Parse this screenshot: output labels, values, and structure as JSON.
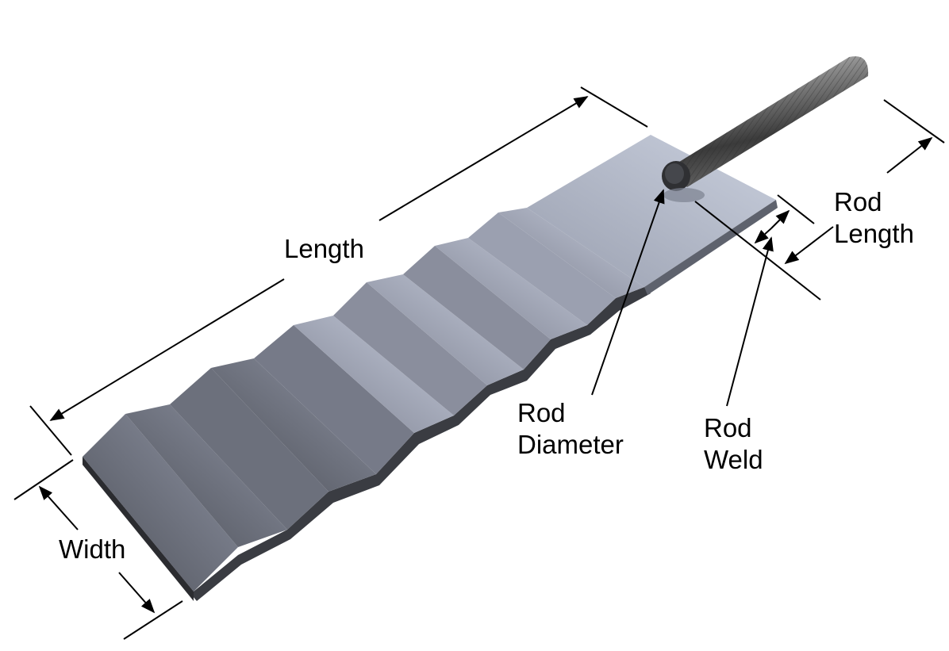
{
  "labels": {
    "length": "Length",
    "width": "Width",
    "rod_diameter": [
      "Rod",
      "Diameter"
    ],
    "rod_weld": [
      "Rod",
      "Weld"
    ],
    "rod_length": [
      "Rod",
      "Length"
    ]
  },
  "colors": {
    "background": "#ffffff",
    "steel_light": "#b8bfd0",
    "steel_dark": "#4a4d55",
    "dimension_line": "#000000"
  }
}
